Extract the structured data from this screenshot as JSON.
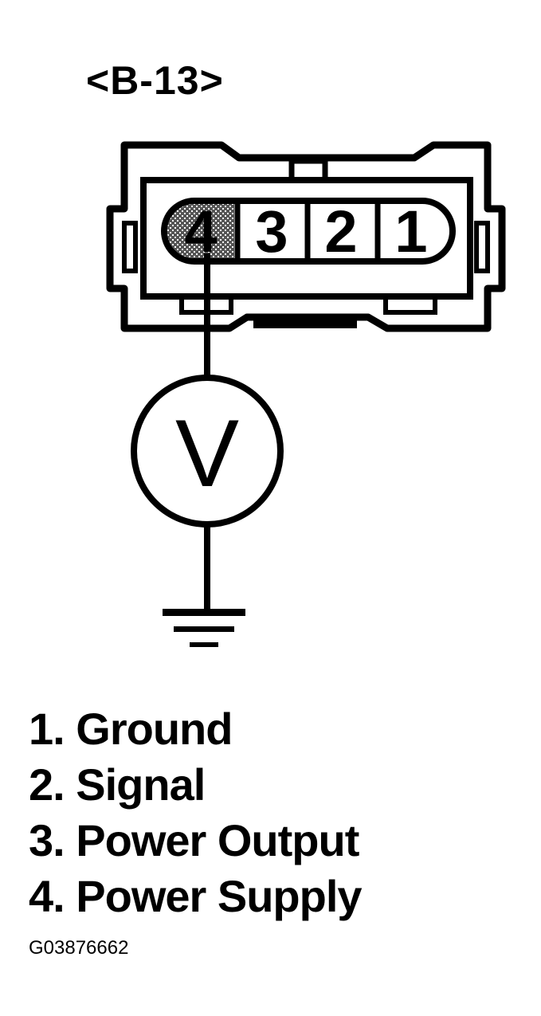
{
  "connector": {
    "label": "<B-13>"
  },
  "pins": [
    {
      "label": "4"
    },
    {
      "label": "3"
    },
    {
      "label": "2"
    },
    {
      "label": "1"
    }
  ],
  "meter": {
    "symbol": "V",
    "icon": "voltmeter-icon"
  },
  "ground": {
    "icon": "ground-icon"
  },
  "legend": [
    "1. Ground",
    "2. Signal",
    "3. Power Output",
    "4. Power Supply"
  ],
  "figure_id": "G03876662"
}
